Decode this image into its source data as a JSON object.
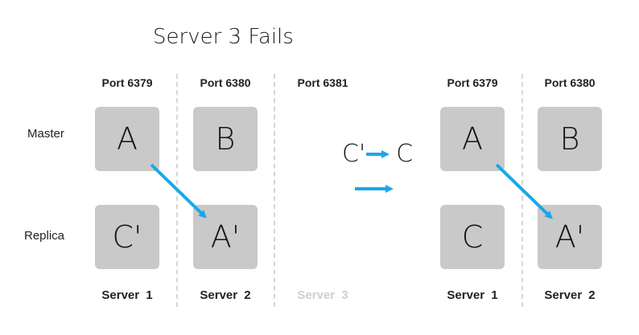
{
  "title": "Server 3 Fails",
  "left": {
    "ports": [
      "Port 6379",
      "Port 6380",
      "Port 6381"
    ],
    "rows": {
      "master": "Master",
      "replica": "Replica"
    },
    "boxes": {
      "s1_master": "A",
      "s2_master": "B",
      "s1_replica": "C'",
      "s2_replica": "A'"
    },
    "servers": [
      "Server 1",
      "Server 2",
      "Server 3"
    ]
  },
  "promotion": {
    "from": "C'",
    "to": "C"
  },
  "right": {
    "ports": [
      "Port 6379",
      "Port 6380"
    ],
    "boxes": {
      "s1_master": "A",
      "s2_master": "B",
      "s1_replica": "C",
      "s2_replica": "A'"
    },
    "servers": [
      "Server 1",
      "Server 2"
    ]
  },
  "colors": {
    "arrow": "#1aa7e8",
    "box": "#c9c9c9",
    "faded_text": "#cfcfcf"
  }
}
